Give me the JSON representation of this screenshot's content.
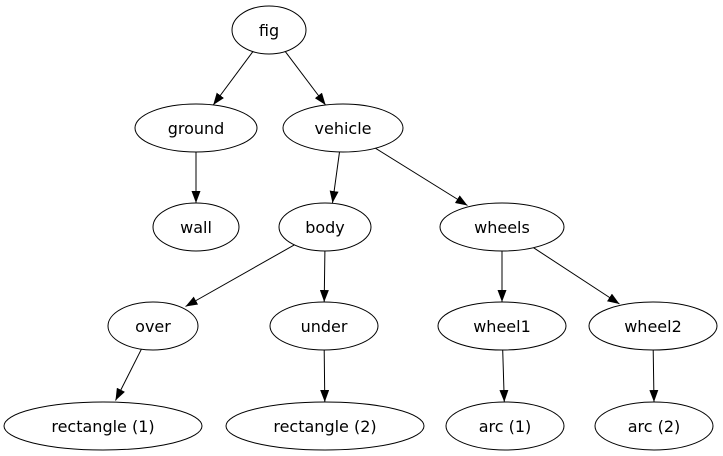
{
  "diagram": {
    "type": "directed-tree-graph",
    "colors": {
      "background": "#ffffff",
      "node_fill": "#ffffff",
      "node_stroke": "#000000",
      "text": "#000000",
      "edge": "#000000"
    },
    "nodes": {
      "fig": {
        "label": "fig"
      },
      "ground": {
        "label": "ground"
      },
      "vehicle": {
        "label": "vehicle"
      },
      "wall": {
        "label": "wall"
      },
      "body": {
        "label": "body"
      },
      "wheels": {
        "label": "wheels"
      },
      "over": {
        "label": "over"
      },
      "under": {
        "label": "under"
      },
      "wheel1": {
        "label": "wheel1"
      },
      "wheel2": {
        "label": "wheel2"
      },
      "rectangle1": {
        "label": "rectangle (1)"
      },
      "rectangle2": {
        "label": "rectangle (2)"
      },
      "arc1": {
        "label": "arc (1)"
      },
      "arc2": {
        "label": "arc (2)"
      }
    },
    "edges": [
      {
        "from": "fig",
        "to": "ground"
      },
      {
        "from": "fig",
        "to": "vehicle"
      },
      {
        "from": "ground",
        "to": "wall"
      },
      {
        "from": "vehicle",
        "to": "body"
      },
      {
        "from": "vehicle",
        "to": "wheels"
      },
      {
        "from": "body",
        "to": "over"
      },
      {
        "from": "body",
        "to": "under"
      },
      {
        "from": "wheels",
        "to": "wheel1"
      },
      {
        "from": "wheels",
        "to": "wheel2"
      },
      {
        "from": "over",
        "to": "rectangle1"
      },
      {
        "from": "under",
        "to": "rectangle2"
      },
      {
        "from": "wheel1",
        "to": "arc1"
      },
      {
        "from": "wheel2",
        "to": "arc2"
      }
    ]
  }
}
